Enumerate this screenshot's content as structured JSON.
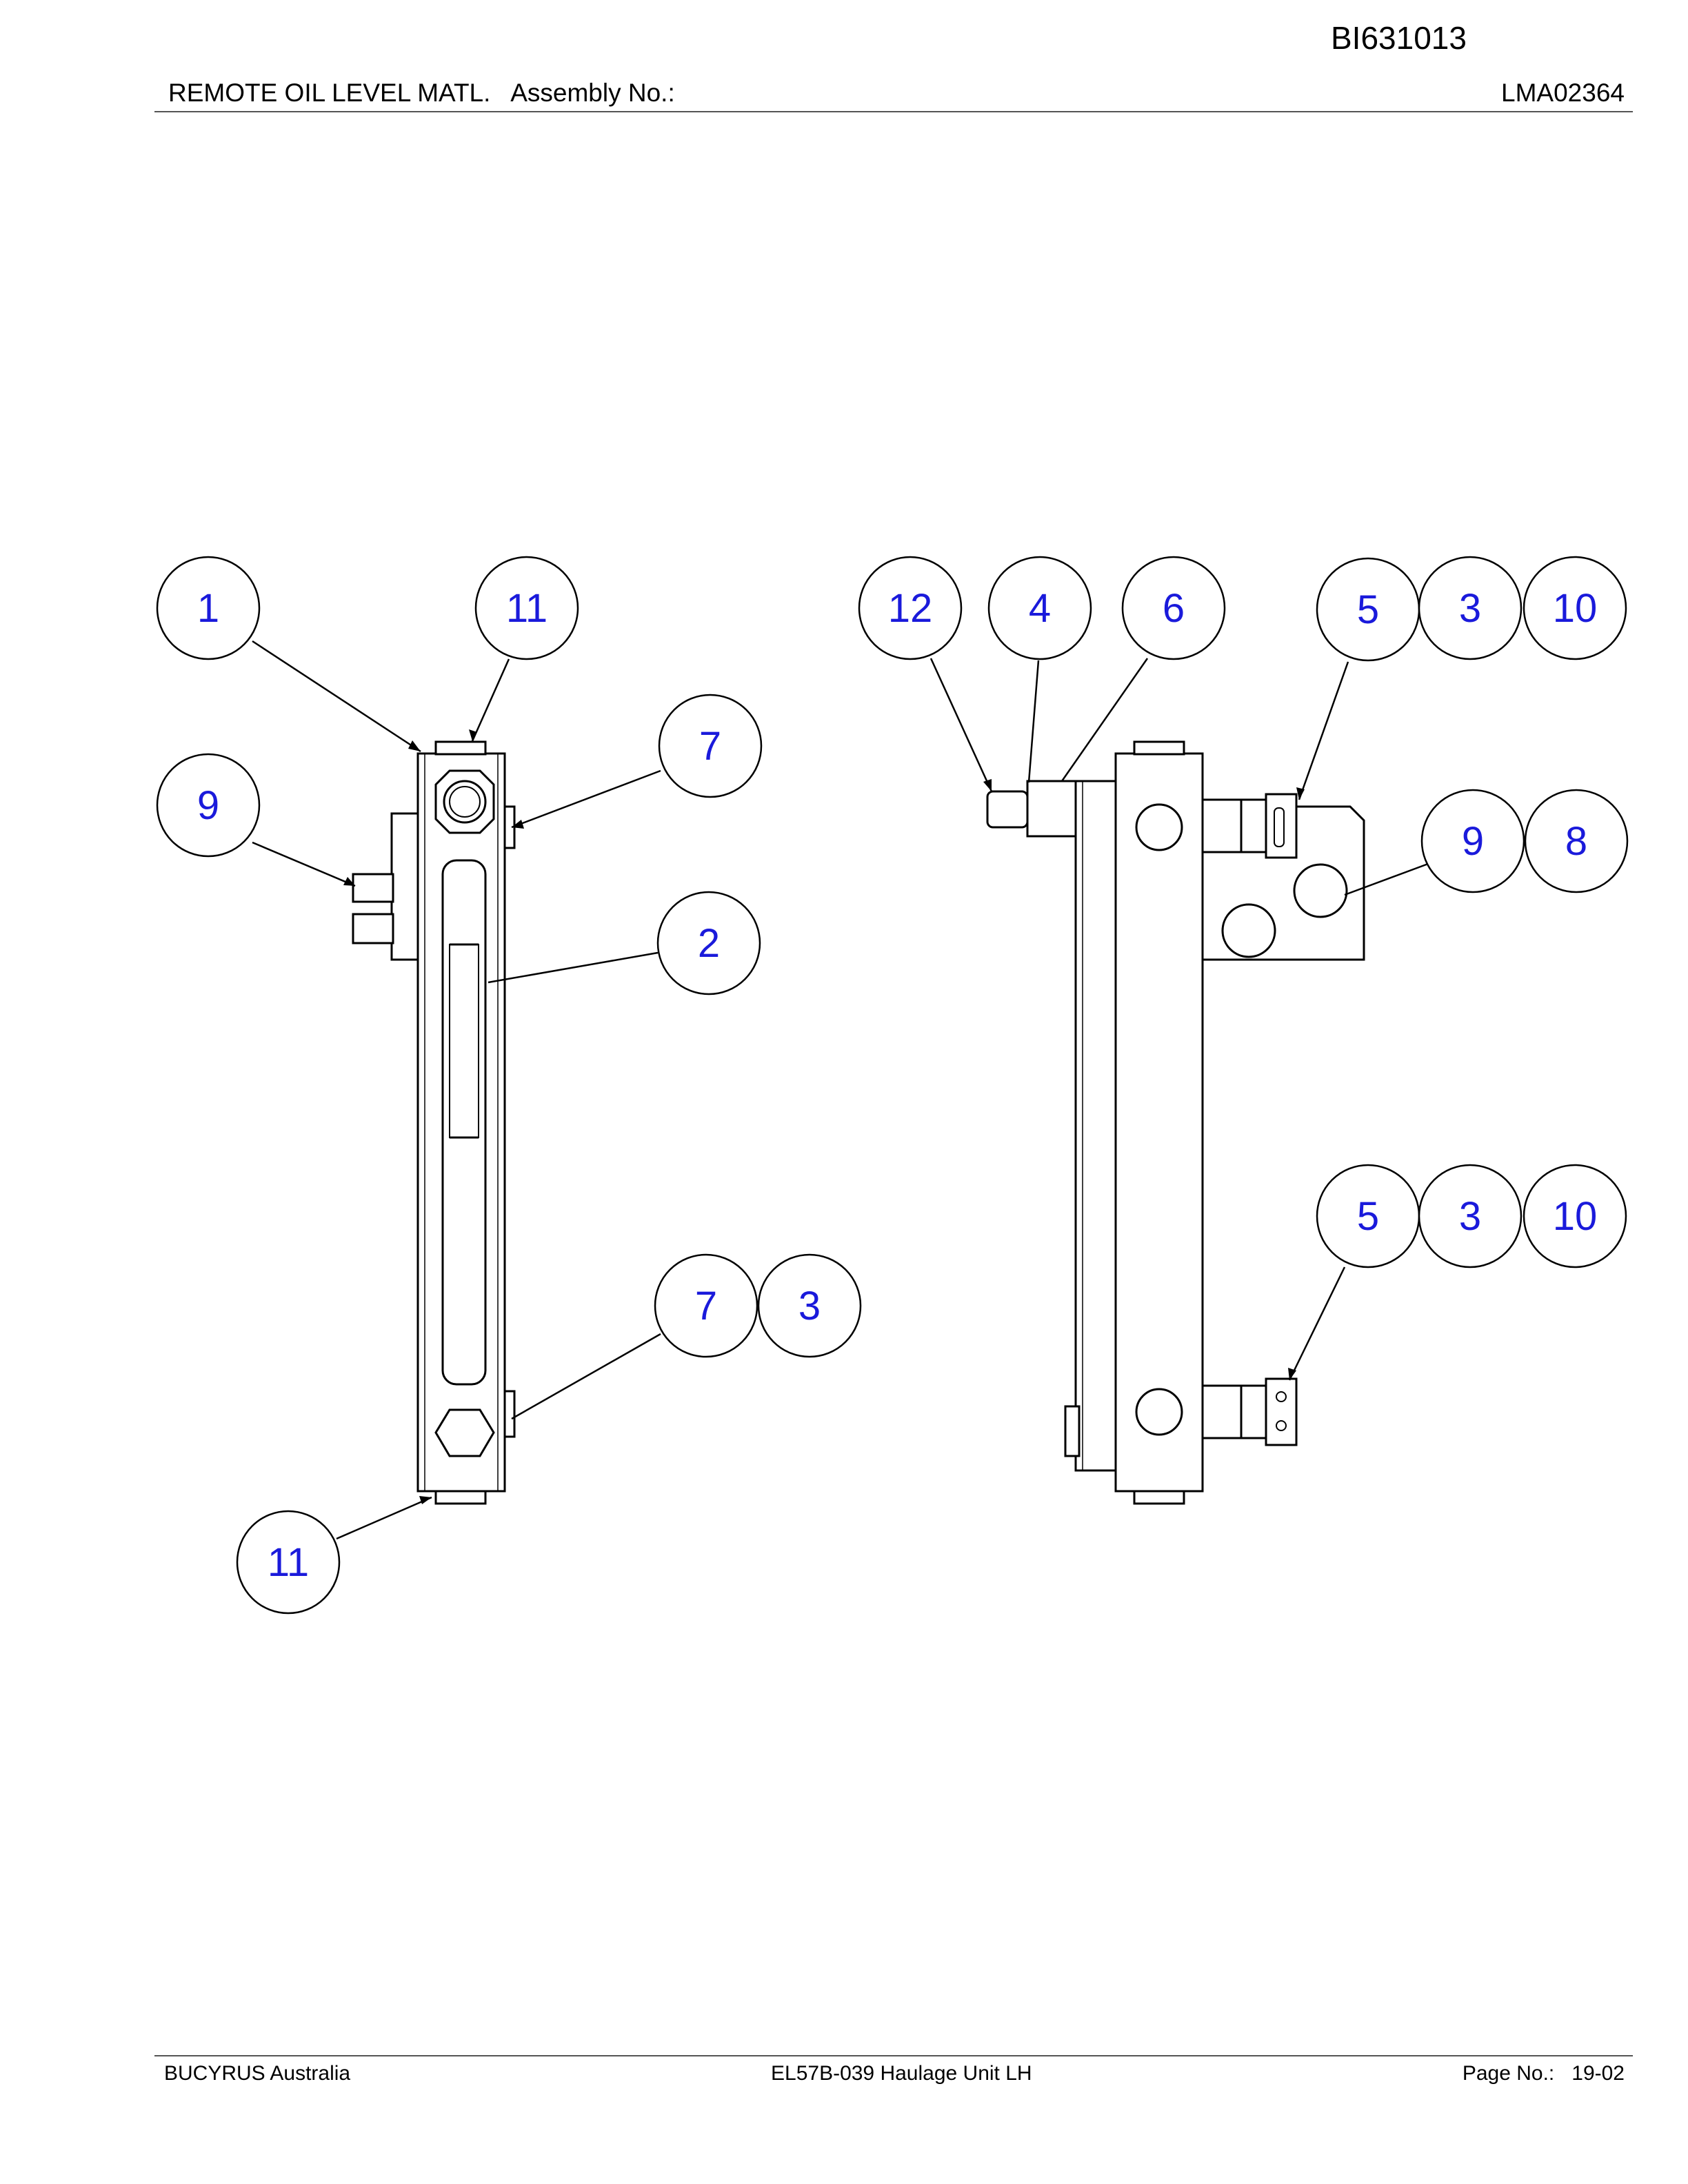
{
  "header": {
    "doc_id": "BI631013",
    "title": "REMOTE OIL LEVEL MATL.   Assembly No.:",
    "assembly_no": "LMA02364"
  },
  "footer": {
    "company": "BUCYRUS Australia",
    "unit": "EL57B-039 Haulage Unit LH",
    "page": "Page No.:   19-02"
  },
  "balloon_color": "#1a1adb",
  "balloons": [
    {
      "id": "b-1",
      "label": "1"
    },
    {
      "id": "b-11-top",
      "label": "11"
    },
    {
      "id": "b-7-top",
      "label": "7"
    },
    {
      "id": "b-9-left",
      "label": "9"
    },
    {
      "id": "b-2",
      "label": "2"
    },
    {
      "id": "b-7-bottom",
      "label": "7"
    },
    {
      "id": "b-3-bottom-left",
      "label": "3"
    },
    {
      "id": "b-11-bottom",
      "label": "11"
    },
    {
      "id": "b-12",
      "label": "12"
    },
    {
      "id": "b-4",
      "label": "4"
    },
    {
      "id": "b-6",
      "label": "6"
    },
    {
      "id": "b-5-top",
      "label": "5"
    },
    {
      "id": "b-3-top",
      "label": "3"
    },
    {
      "id": "b-10-top",
      "label": "10"
    },
    {
      "id": "b-9-right",
      "label": "9"
    },
    {
      "id": "b-8",
      "label": "8"
    },
    {
      "id": "b-5-bottom",
      "label": "5"
    },
    {
      "id": "b-3-bottom-right",
      "label": "3"
    },
    {
      "id": "b-10-bottom",
      "label": "10"
    }
  ]
}
